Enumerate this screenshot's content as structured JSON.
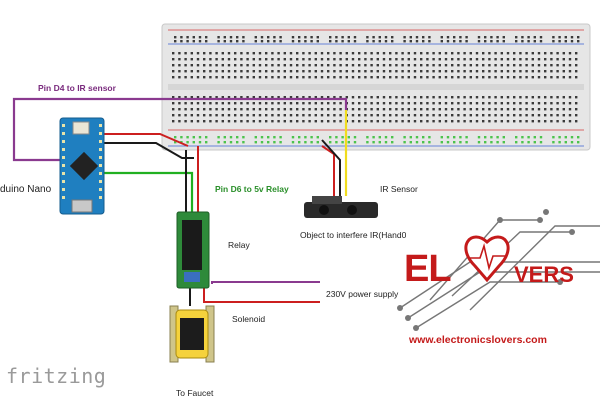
{
  "labels": {
    "pin_d4": "Pin D4 to IR sensor",
    "arduino": "duino Nano",
    "pin_d6": "Pin D6 to 5v Relay",
    "ir_sensor": "IR Sensor",
    "object": "Object to interfere IR(Hand0",
    "relay": "Relay",
    "power": "230V power supply",
    "solenoid": "Solenoid",
    "faucet": "To Faucet",
    "fritzing": "fritzing"
  },
  "logo": {
    "el": "EL",
    "vers": "VERS",
    "url": "www.electronicslovers.com"
  },
  "colors": {
    "breadboard": "#e9e9e9",
    "rail_red": "#d33a3a",
    "rail_blue": "#3a5fd3",
    "hole_green": "#4cc34c",
    "wire_purple": "#8a3a8f",
    "wire_red": "#cc1f1f",
    "wire_green": "#21b021",
    "wire_yellow": "#f0dc1e",
    "wire_black": "#1a1a1a",
    "arduino_blue": "#1f7fc0",
    "relay_green": "#2e8a3a",
    "logo_red": "#c41a1a"
  }
}
